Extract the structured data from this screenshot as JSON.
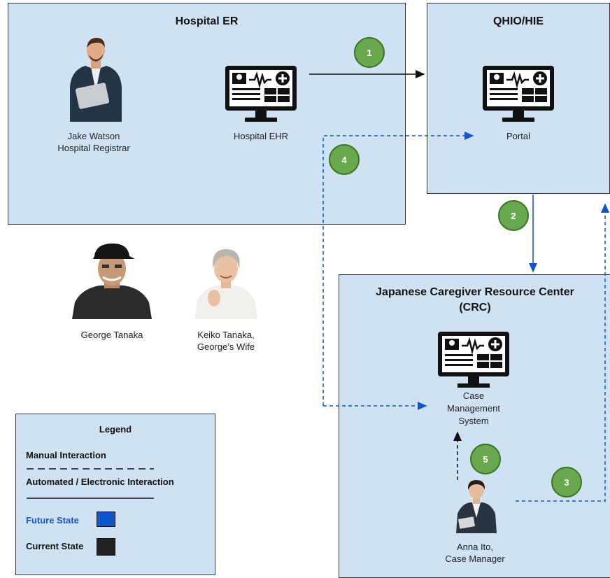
{
  "hospital_er": {
    "title": "Hospital ER",
    "registrar_name": "Jake Watson",
    "registrar_role": "Hospital Registrar",
    "ehr_label": "Hospital EHR"
  },
  "qhio": {
    "title": "QHIO/HIE",
    "portal_label": "Portal"
  },
  "patients": {
    "george": "George Tanaka",
    "keiko_line1": "Keiko Tanaka,",
    "keiko_line2": "George’s Wife"
  },
  "crc": {
    "title_line1": "Japanese Caregiver Resource Center",
    "title_line2": "(CRC)",
    "system_line1": "Case",
    "system_line2": "Management",
    "system_line3": "System",
    "manager_line1": "Anna Ito,",
    "manager_line2": "Case Manager"
  },
  "steps": [
    "1",
    "2",
    "3",
    "4",
    "5"
  ],
  "legend": {
    "title": "Legend",
    "manual": "Manual  Interaction",
    "automated": "Automated / Electronic Interaction",
    "future": "Future State",
    "current": "Current State",
    "future_color": "#1155cc",
    "current_color": "#222222"
  },
  "colors": {
    "box_fill": "#cfe2f3",
    "badge_fill": "#6aa84f",
    "future_arrow": "#1155cc",
    "current_arrow": "#111111"
  }
}
